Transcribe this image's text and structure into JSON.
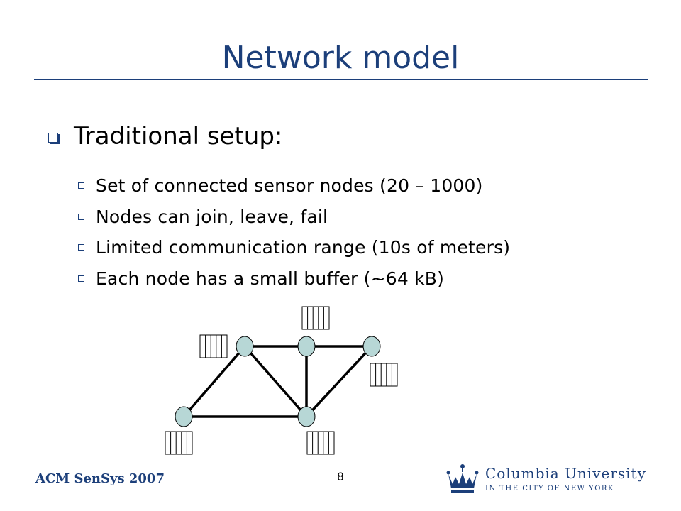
{
  "slide": {
    "title": "Network model",
    "main_bullet": "Traditional setup:",
    "sub_bullets": [
      "Set of connected sensor nodes (20 – 1000)",
      "Nodes can join, leave, fail",
      "Limited communication range (10s of meters)",
      "Each node has a small buffer (~64 kB)"
    ]
  },
  "footer": {
    "conference": "ACM SenSys 2007",
    "page_number": "8",
    "logo_main": "Columbia University",
    "logo_sub": "IN THE CITY OF NEW YORK"
  },
  "colors": {
    "title": "#1c3f7a",
    "node_fill": "#b7d7d6",
    "edge": "#000000"
  },
  "icons": {
    "bullet_main": "square-bullet-icon",
    "bullet_sub": "small-square-bullet-icon",
    "logo": "crown-icon"
  }
}
